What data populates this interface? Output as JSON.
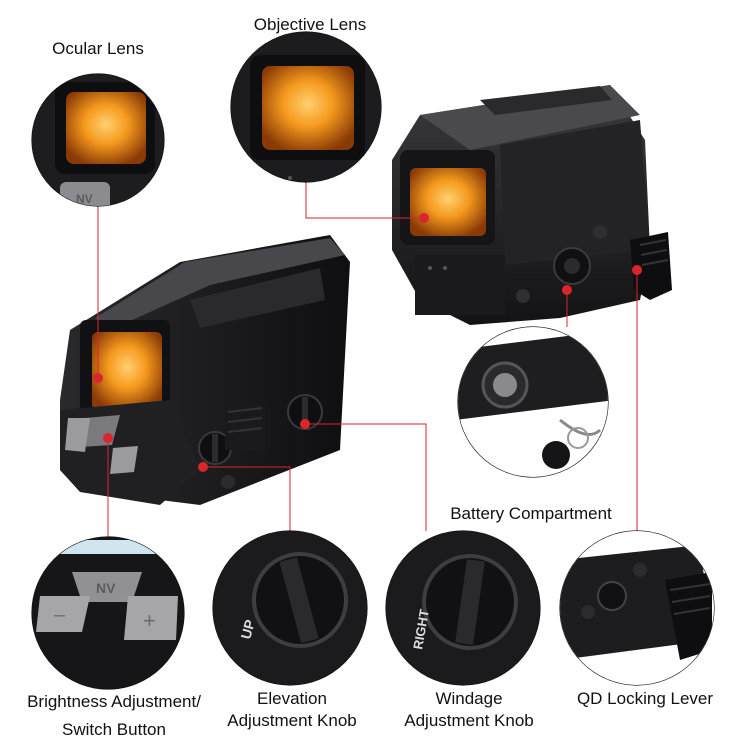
{
  "labels": {
    "ocular_lens": "Ocular Lens",
    "objective_lens": "Objective Lens",
    "battery_compartment": "Battery Compartment",
    "brightness_line1": "Brightness Adjustment/",
    "brightness_line2": "Switch Button",
    "elevation_line1": "Elevation",
    "elevation_line2": "Adjustment Knob",
    "windage_line1": "Windage",
    "windage_line2": "Adjustment Knob",
    "qd_lever": "QD Locking Lever"
  },
  "button_glyphs": {
    "nv": "NV",
    "minus": "–",
    "plus": "+"
  },
  "knob_markings": {
    "up": "UP",
    "right": "RIGHT"
  },
  "colors": {
    "leader_line": "#d9262c",
    "marker_dot": "#d9262c",
    "lens_orange": "#f28a14",
    "body_black": "#1c1c1e"
  }
}
